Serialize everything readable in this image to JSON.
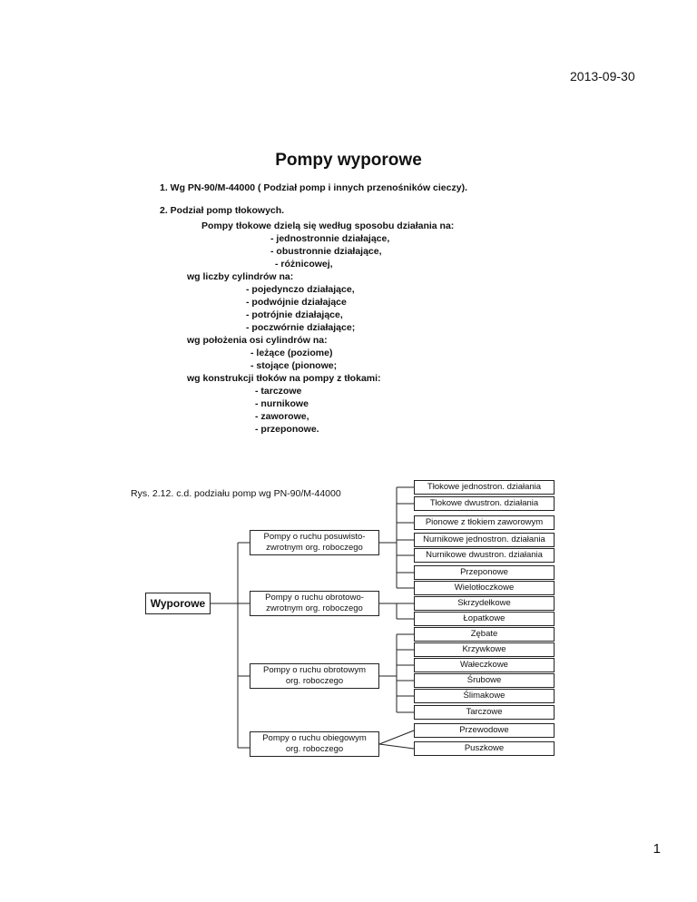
{
  "header": {
    "date": "2013-09-30"
  },
  "title": "Pompy wyporowe",
  "items": [
    {
      "text": "1.  Wg PN-90/M-44000 ( Podział pomp i innych przenośników cieczy)."
    },
    {
      "text": "2. Podział pomp tłokowych."
    }
  ],
  "body_lines": [
    "Pompy tłokowe dzielą się według sposobu działania na:",
    "- jednostronnie działające,",
    "- obustronnie działające,",
    "- różnicowej,",
    "wg liczby cylindrów na:",
    "- pojedynczo działające,",
    "- podwójnie działające",
    "- potrójnie działające,",
    "- poczwórnie działające;",
    "wg położenia osi cylindrów na:",
    "- leżące (poziome)",
    "- stojące (pionowe;",
    "wg konstrukcji tłoków na pompy z tłokami:",
    "- tarczowe",
    "- nurnikowe",
    "- zaworowe,",
    "- przeponowe."
  ],
  "diagram": {
    "caption": "Rys. 2.12. c.d. podziału pomp wg PN-90/M-44000",
    "root": "Wyporowe",
    "groups": [
      "Pompy o ruchu posuwisto-\nzwrotnym org. roboczego",
      "Pompy o ruchu obrotowo-\nzwrotnym org. roboczego",
      "Pompy o ruchu obrotowym\norg. roboczego",
      "Pompy o ruchu obiegowym\norg.  roboczego"
    ],
    "leaves": [
      "Tłokowe jednostron.  działania",
      "Tłokowe  dwustron. działania",
      "Pionowe z tłokiem zaworowym",
      "Nurnikowe jednostron.  działania",
      "Nurnikowe dwustron. działania",
      "Przeponowe",
      "Wielotłoczkowe",
      "Skrzydełkowe",
      "Łopatkowe",
      "Zębate",
      "Krzywkowe",
      "Wałeczkowe",
      "Śrubowe",
      "Ślimakowe",
      "Tarczowe",
      "Przewodowe",
      "Puszkowe"
    ]
  },
  "page_number": "1"
}
